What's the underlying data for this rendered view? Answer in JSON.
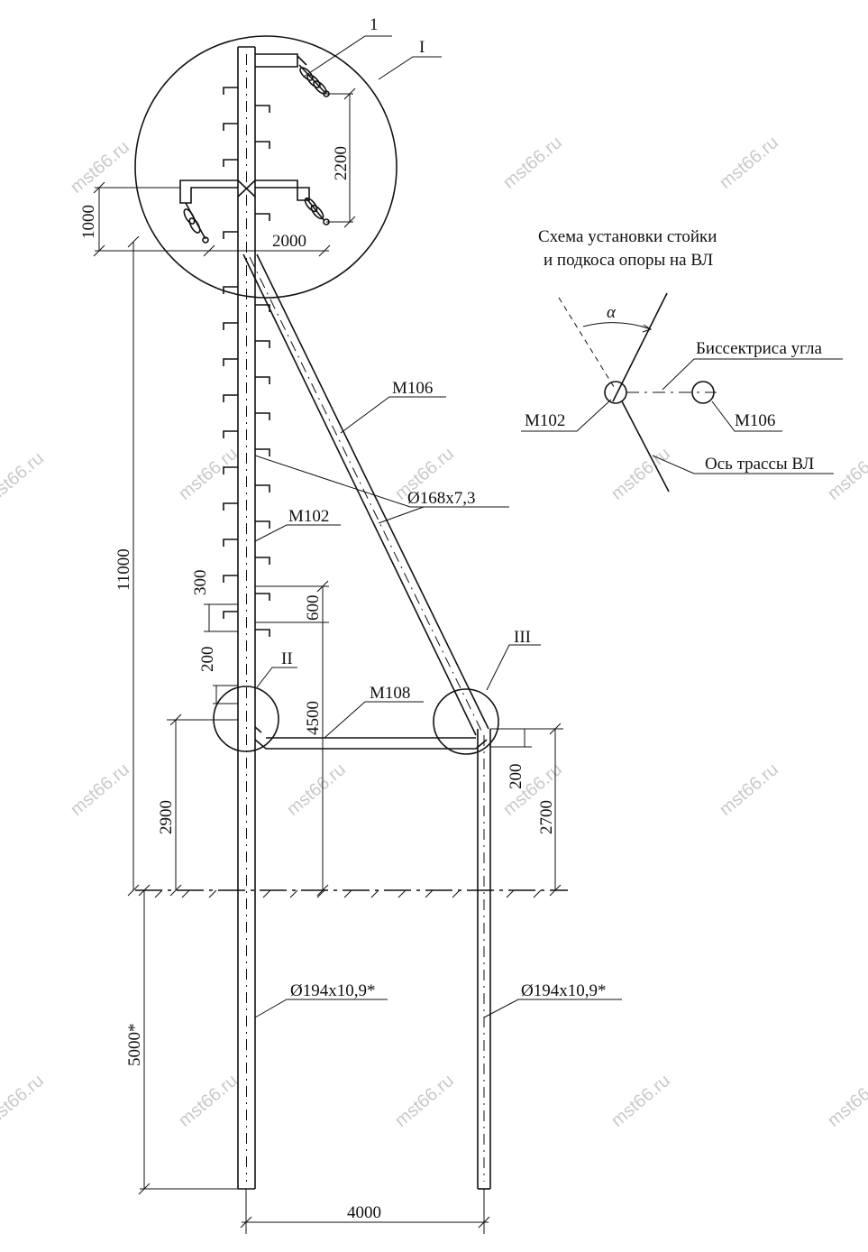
{
  "watermark": "mst66.ru",
  "callouts": {
    "node1": "1",
    "node_I": "I",
    "node_II": "II",
    "node_III": "III"
  },
  "members": {
    "m106": "M106",
    "m102": "M102",
    "m108": "M108",
    "brace_pipe": "Ø168x7,3",
    "pole_pipe_left": "Ø194x10,9*",
    "pole_pipe_right": "Ø194x10,9*"
  },
  "dimensions": {
    "d1000": "1000",
    "d2200": "2200",
    "d2000": "2000",
    "d11000": "11000",
    "d300": "300",
    "d600": "600",
    "d200_left": "200",
    "d4500": "4500",
    "d2900": "2900",
    "d200_right": "200",
    "d2700": "2700",
    "d5000": "5000*",
    "d4000": "4000"
  },
  "scheme": {
    "title_line1": "Схема установки стойки",
    "title_line2": "и подкоса опоры на ВЛ",
    "angle": "α",
    "bisector": "Биссектриса угла",
    "m102": "M102",
    "m106": "M106",
    "route_axis": "Ось трассы ВЛ"
  }
}
